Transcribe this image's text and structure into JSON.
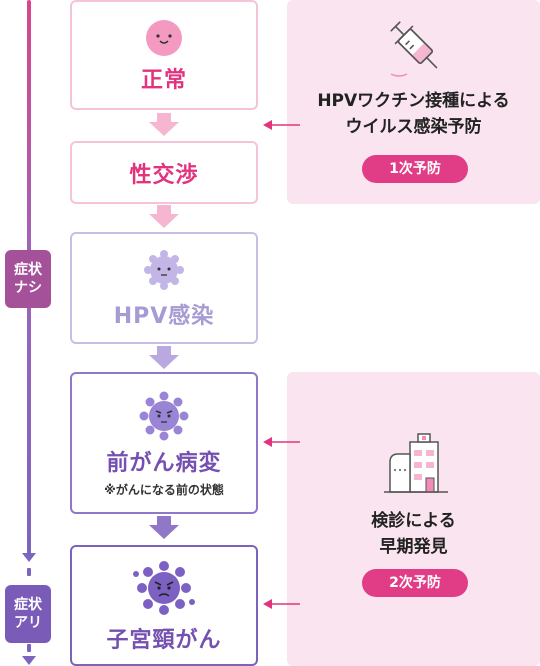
{
  "phases": {
    "no_symptom": [
      "症状",
      "ナシ"
    ],
    "symptom": [
      "症状",
      "アリ"
    ]
  },
  "stages": {
    "normal": "正常",
    "sex": "性交渉",
    "hpv": "HPV感染",
    "precancer": "前がん病変",
    "precancer_note": "※がんになる前の状態",
    "cancer": "子宮頸がん"
  },
  "prevention": {
    "primary": {
      "lines": [
        "HPVワクチン接種による",
        "ウイルス感染予防"
      ],
      "badge": "1次予防"
    },
    "secondary": {
      "lines": [
        "検診による",
        "早期発見"
      ],
      "badge": "2次予防"
    }
  },
  "colors": {
    "pink": "#e2337e",
    "light_pink_bg": "#f9e4ef",
    "purple": "#7450b0",
    "lavender": "#a79bd3"
  },
  "icons": [
    "smile-face-icon",
    "virus-icon",
    "syringe-icon",
    "building-icon"
  ]
}
